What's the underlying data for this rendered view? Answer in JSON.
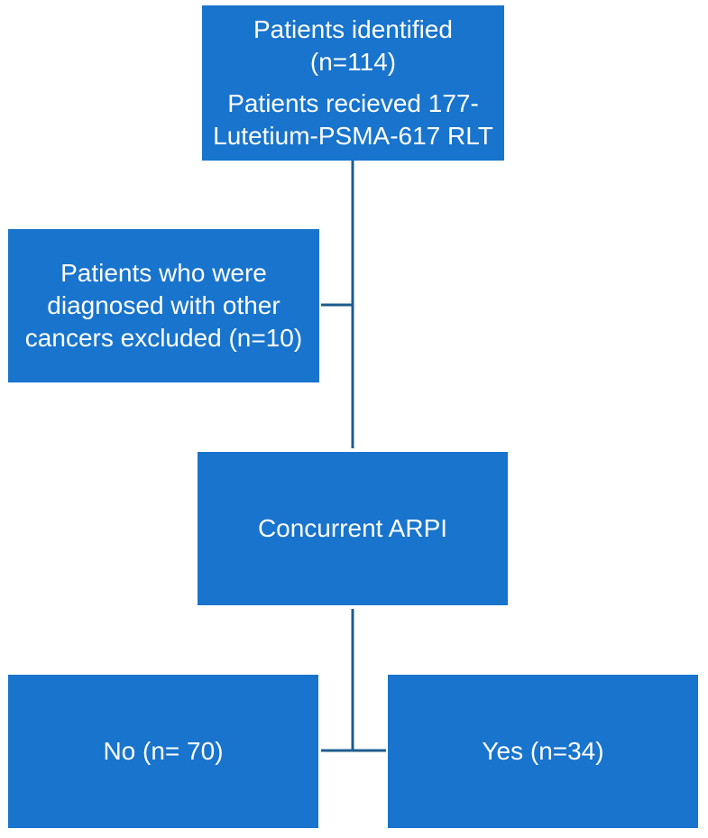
{
  "flowchart": {
    "identified": {
      "line1": "Patients identified",
      "line2": "(n=114)",
      "line3": "Patients recieved 177-",
      "line4": "Lutetium-PSMA-617 RLT"
    },
    "excluded": {
      "line1": "Patients who were",
      "line2": "diagnosed with other",
      "line3": "cancers excluded (n=10)"
    },
    "concurrent": {
      "label": "Concurrent ARPI"
    },
    "no": {
      "label": "No (n= 70)"
    },
    "yes": {
      "label": "Yes (n=34)"
    }
  },
  "colors": {
    "box_fill": "#1874CD",
    "connector": "#1E5C8E",
    "text": "#FFFFFF"
  }
}
